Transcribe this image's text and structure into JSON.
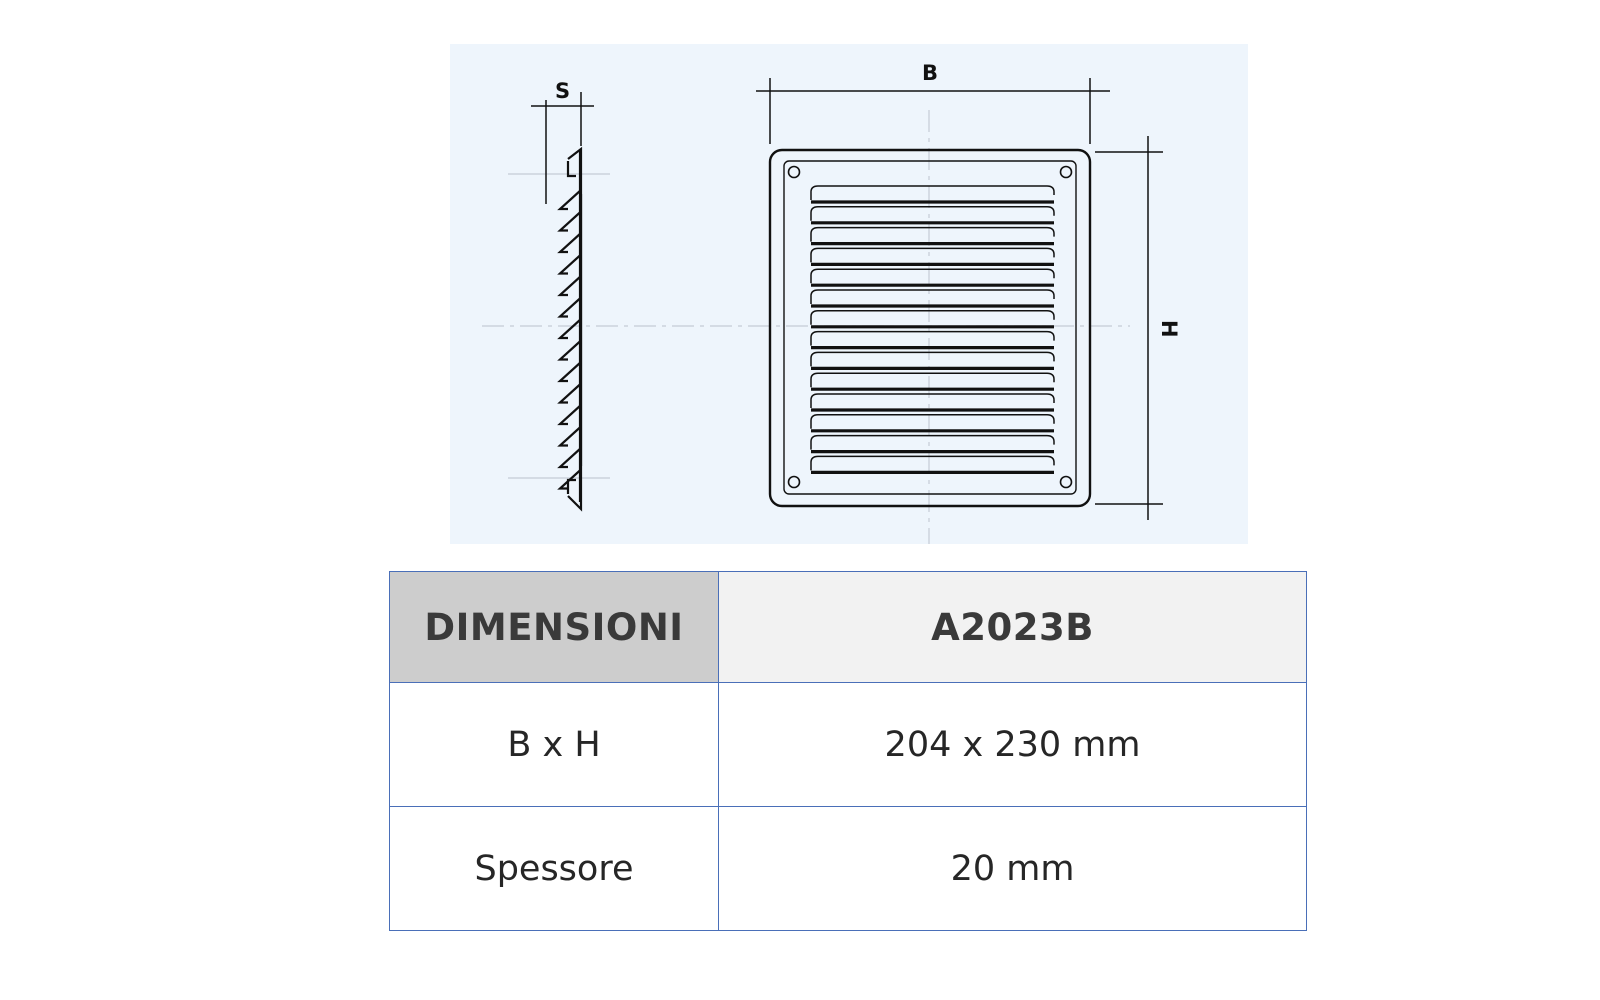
{
  "drawing": {
    "label_s": "S",
    "label_b": "B",
    "label_h": "H",
    "colors": {
      "panel_bg": "#eef5fc",
      "line": "#111111",
      "guide": "#c5ccd6"
    }
  },
  "table": {
    "header": {
      "col1": "DIMENSIONI",
      "col2": "A2023B"
    },
    "rows": [
      {
        "label": "B x H",
        "value": "204 x 230 mm"
      },
      {
        "label": "Spessore",
        "value": "20 mm"
      }
    ],
    "colors": {
      "border": "#4a6fb8",
      "header_left_bg": "#cdcdcd",
      "header_right_bg": "#f2f2f2"
    }
  }
}
